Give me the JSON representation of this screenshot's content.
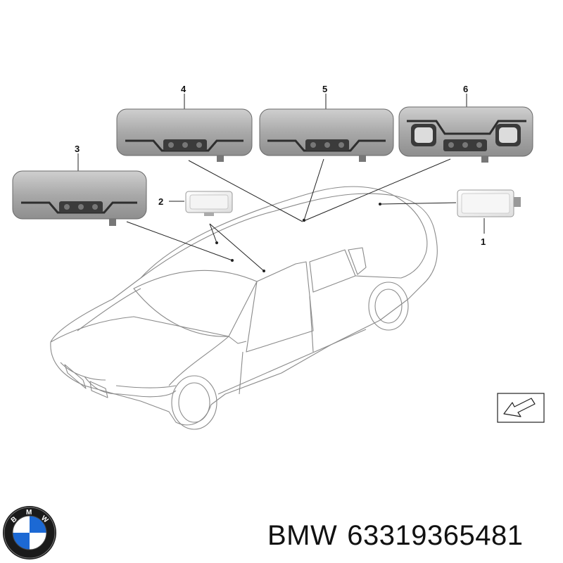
{
  "diagram": {
    "callouts": [
      {
        "id": "1",
        "label": "1"
      },
      {
        "id": "2",
        "label": "2"
      },
      {
        "id": "3",
        "label": "3"
      },
      {
        "id": "4",
        "label": "4"
      },
      {
        "id": "5",
        "label": "5"
      },
      {
        "id": "6",
        "label": "6"
      }
    ]
  },
  "brand": {
    "logo_icon": "bmw-roundel-icon",
    "logo_text": "BMW",
    "colors": {
      "blue": "#1c69d4",
      "ring": "#1a1a1a"
    }
  },
  "footer": {
    "brand_name": "BMW",
    "part_number": "63319365481"
  },
  "icons": {
    "view_direction": "view-direction-arrow-icon"
  }
}
